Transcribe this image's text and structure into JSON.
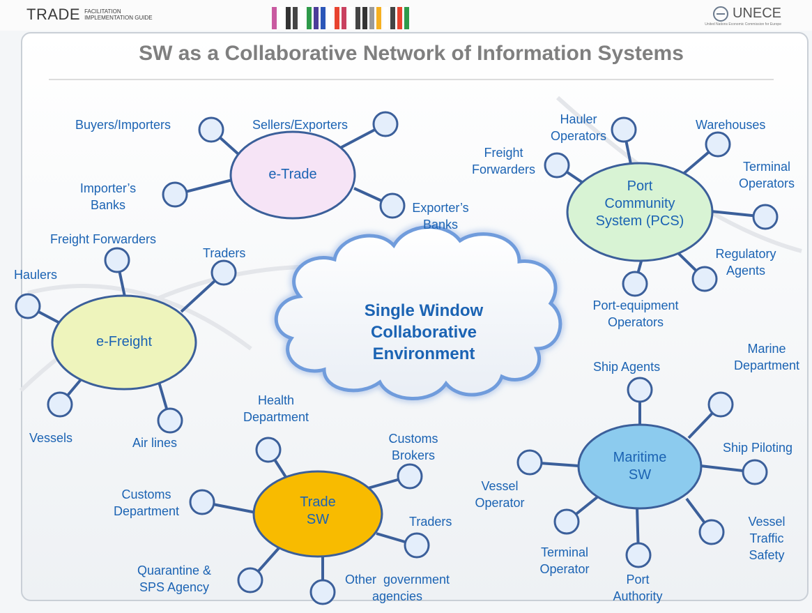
{
  "header": {
    "brand_main": "TRADE",
    "brand_sub_1": "FACILITATION",
    "brand_sub_2": "IMPLEMENTATION GUIDE",
    "org": "UNECE",
    "org_sub": "United Nations Economic Commission for Europe",
    "stripe_colors": [
      "#c95aa0",
      "#ffffff",
      "#333333",
      "#444444",
      "#ffffff",
      "#2e9a4a",
      "#4b3c99",
      "#2b56b8",
      "#ffffff",
      "#e8432f",
      "#c9405f",
      "#ffffff",
      "#444444",
      "#333333",
      "#9a9a9a",
      "#f6b021",
      "#ffffff",
      "#444444",
      "#e8432f",
      "#2e9a4a"
    ]
  },
  "title": "SW as a Collaborative Network of Information Systems",
  "cloud": {
    "line1": "Single Window",
    "line2": "Collaborative",
    "line3": "Environment"
  },
  "hubs": {
    "etrade": {
      "label": "e-Trade",
      "fill": "#f6e4f6"
    },
    "pcs": {
      "line1": "Port",
      "line2": "Community",
      "line3": "System (PCS)",
      "fill": "#d8f3d4"
    },
    "efreight": {
      "label": "e-Freight",
      "fill": "#eef4bc"
    },
    "trade_sw": {
      "line1": "Trade",
      "line2": "SW",
      "fill": "#f8bb00"
    },
    "maritime_sw": {
      "line1": "Maritime",
      "line2": "SW",
      "fill": "#8ccbee"
    }
  },
  "labels": {
    "buyers_importers": "Buyers/Importers",
    "sellers_exporters": "Sellers/Exporters",
    "importers_banks_1": "Importer’s",
    "importers_banks_2": "Banks",
    "exporters_banks_1": "Exporter’s",
    "exporters_banks_2": "Banks",
    "hauler_operators_1": "Hauler",
    "hauler_operators_2": "Operators",
    "warehouses": "Warehouses",
    "freight_forwarders_pcs_1": "Freight",
    "freight_forwarders_pcs_2": "Forwarders",
    "terminal_operators_1": "Terminal",
    "terminal_operators_2": "Operators",
    "regulatory_agents_1": "Regulatory",
    "regulatory_agents_2": "Agents",
    "port_equipment_1": "Port-equipment",
    "port_equipment_2": "Operators",
    "freight_forwarders": "Freight Forwarders",
    "traders_ef": "Traders",
    "haulers": "Haulers",
    "vessels": "Vessels",
    "air_lines": "Air lines",
    "health_department_1": "Health",
    "health_department_2": "Department",
    "customs_brokers_1": "Customs",
    "customs_brokers_2": "Brokers",
    "customs_department_1": "Customs",
    "customs_department_2": "Department",
    "traders_tsw": "Traders",
    "quarantine_1": "Quarantine &",
    "quarantine_2": "SPS Agency",
    "other_gov_1": "Other  government",
    "other_gov_2": "agencies",
    "ship_agents": "Ship Agents",
    "marine_department_1": "Marine",
    "marine_department_2": "Department",
    "ship_piloting": "Ship Piloting",
    "vessel_operator_1": "Vessel",
    "vessel_operator_2": "Operator",
    "vessel_traffic_1": "Vessel",
    "vessel_traffic_2": "Traffic",
    "vessel_traffic_3": "Safety",
    "terminal_operator_1": "Terminal",
    "terminal_operator_2": "Operator",
    "port_authority_1": "Port",
    "port_authority_2": "Authority"
  }
}
